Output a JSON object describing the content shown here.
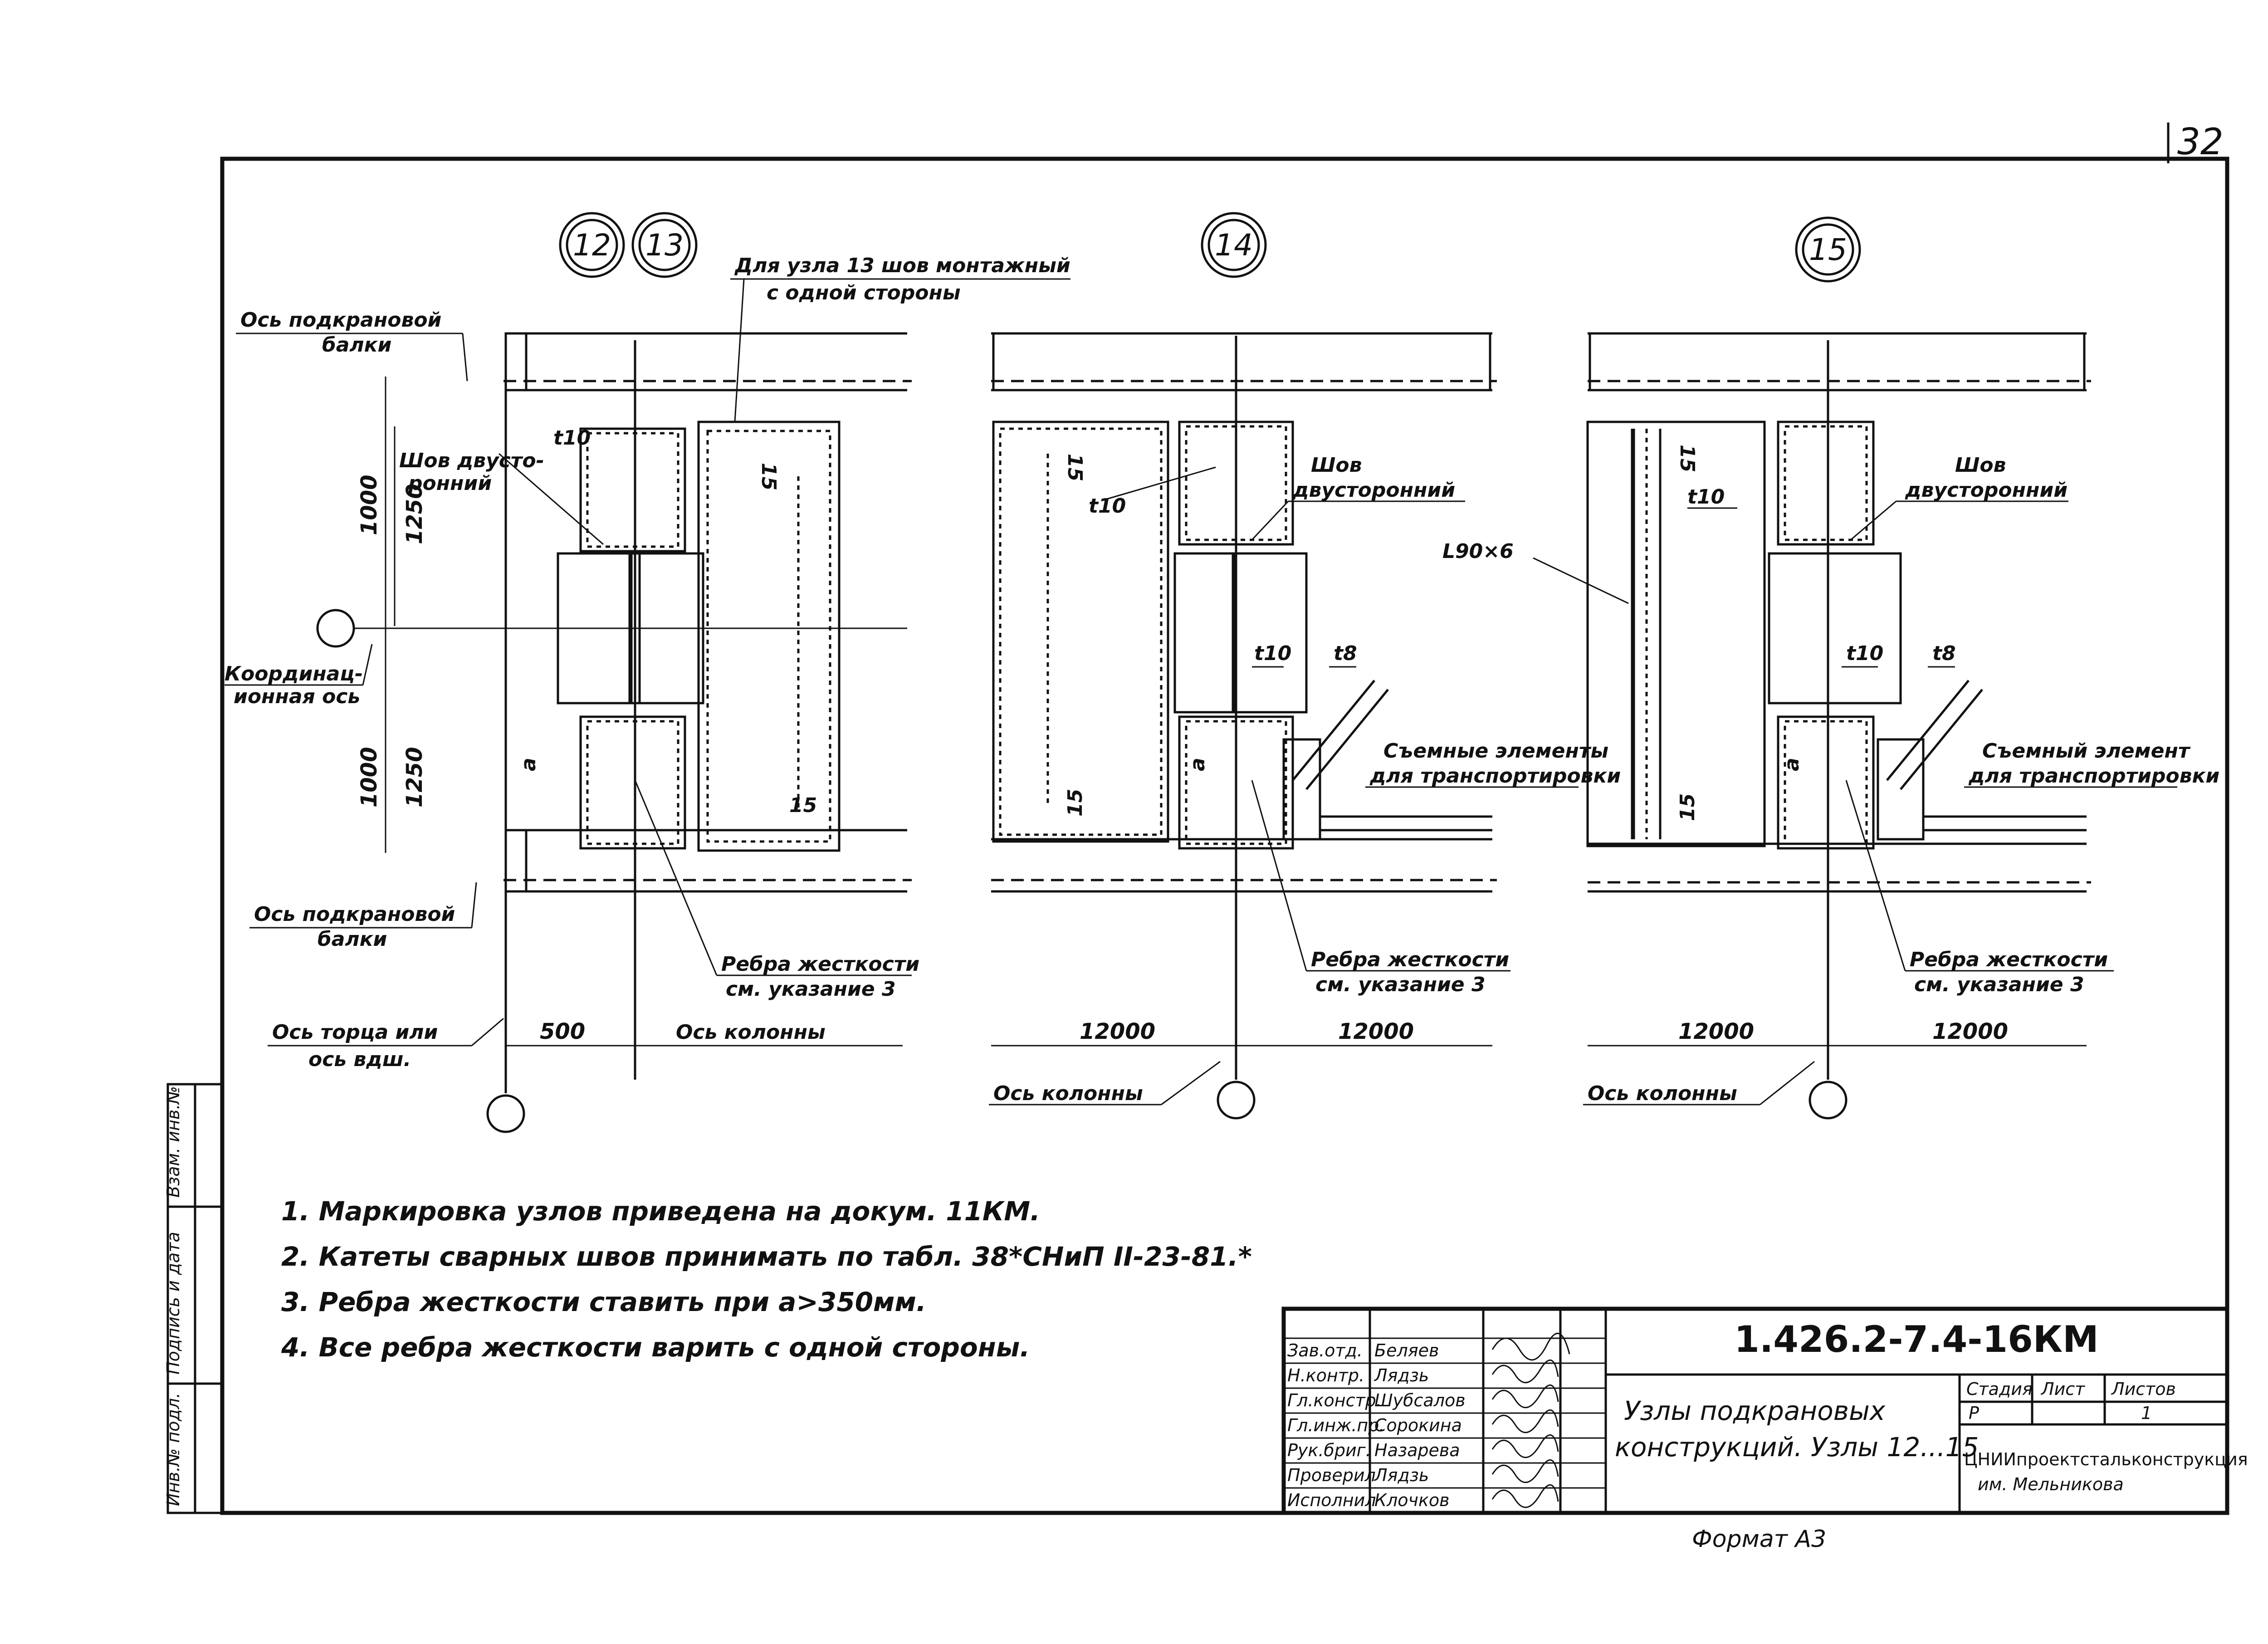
{
  "sheet_number": "32",
  "nodes": {
    "n12": "12",
    "n13": "13",
    "n14": "14",
    "n15": "15"
  },
  "labels": {
    "weld_note_13_line1": "Для узла 13 шов монтажный",
    "weld_note_13_line2": "с одной стороны",
    "crane_axis_top_line1": "Ось подкрановой",
    "crane_axis_top_line2": "балки",
    "crane_axis_bottom_line1": "Ось подкрановой",
    "crane_axis_bottom_line2": "балки",
    "weld_two_sided_a_line1": "Шов двусто-",
    "weld_two_sided_a_line2": "ронний",
    "coord_axis_line1": "Координац-",
    "coord_axis_line2": "ионная ось",
    "end_axis_line1": "Ось торца или",
    "end_axis_line2": "ось вдш.",
    "column_axis_a": "Ось колонны",
    "column_axis_b": "Ось колонны",
    "column_axis_c": "Ось колонны",
    "stiffener_a_line1": "Ребра жесткости",
    "stiffener_a_line2": "см. указание 3",
    "stiffener_b_line1": "Ребра жесткости",
    "stiffener_b_line2": "см. указание 3",
    "stiffener_c_line1": "Ребра жесткости",
    "stiffener_c_line2": "см. указание 3",
    "weld_two_sided_b_line1": "Шов",
    "weld_two_sided_b_line2": "двусторонний",
    "weld_two_sided_c_line1": "Шов",
    "weld_two_sided_c_line2": "двусторонний",
    "removable_b_line1": "Съемные элементы",
    "removable_b_line2": "для транспортировки",
    "removable_c_line1": "Съемный элемент",
    "removable_c_line2": "для транспортировки",
    "angle_profile": "L90×6",
    "t10_a": "t10",
    "t10_b1": "t10",
    "t10_b2": "t10",
    "t8_b": "t8",
    "t10_c1": "t10",
    "t10_c2": "t10",
    "t8_c": "t8",
    "a_a": "a",
    "a_b": "a",
    "a_c": "a",
    "w15_a1": "15",
    "w15_a2": "15",
    "w15_b1": "15",
    "w15_b2": "15",
    "w15_c1": "15",
    "w15_c2": "15"
  },
  "dimensions": {
    "d1000_top": "1000",
    "d1250_top": "1250",
    "d1000_bot": "1000",
    "d1250_bot": "1250",
    "d500": "500",
    "d12000_b1": "12000",
    "d12000_b2": "12000",
    "d12000_c1": "12000",
    "d12000_c2": "12000"
  },
  "notes": [
    "1. Маркировка узлов приведена на докум. 11КМ.",
    "2. Катеты сварных швов принимать по табл. 38*СНиП II-23-81.*",
    "3. Ребра жесткости ставить при a>350мм.",
    "4. Все ребра жесткости варить с одной стороны."
  ],
  "side_stamp": {
    "c1": "Инв.№ подл.",
    "c2": "Подпись и дата",
    "c3": "Взам. инв.№"
  },
  "title_block": {
    "code": "1.426.2-7.4-16КМ",
    "title_line1": "Узлы подкрановых",
    "title_line2": "конструкций. Узлы 12...15",
    "stage_header": "Стадия",
    "sheet_header": "Лист",
    "sheets_header": "Листов",
    "stage_value": "Р",
    "sheet_value": "",
    "sheets_value": "1",
    "org_line1": "ЦНИИпроектстальконструкция",
    "org_line2": "им. Мельникова",
    "format": "Формат А3",
    "rows": [
      {
        "role": "Зав.отд.",
        "name": "Беляев"
      },
      {
        "role": "Н.контр.",
        "name": "Лядзь"
      },
      {
        "role": "Гл.констр.",
        "name": "Шубсалов"
      },
      {
        "role": "Гл.инж.пр.",
        "name": "Сорокина"
      },
      {
        "role": "Рук.бриг.",
        "name": "Назарева"
      },
      {
        "role": "Проверил",
        "name": "Лядзь"
      },
      {
        "role": "Исполнил",
        "name": "Клочков"
      }
    ]
  }
}
